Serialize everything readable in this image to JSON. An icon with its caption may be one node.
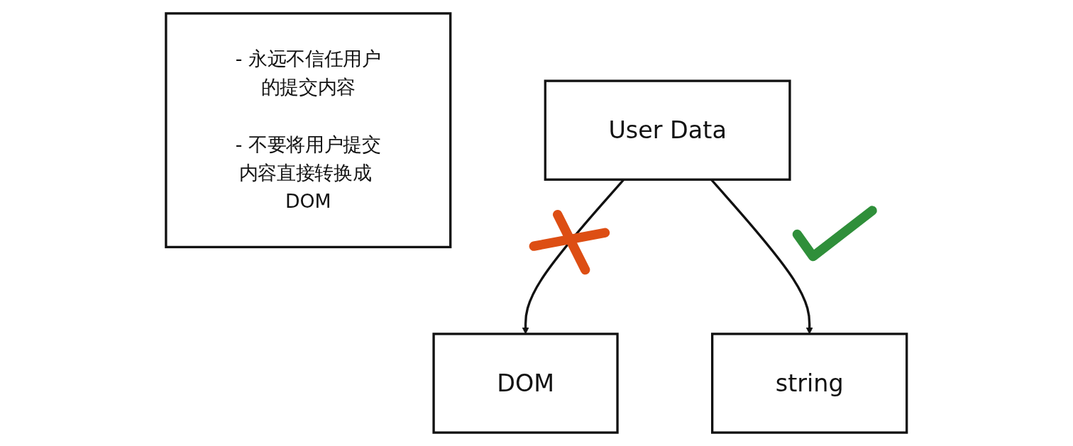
{
  "diagram": {
    "nodes": [
      {
        "text": [
          "- 永远不信任用户的提交内容",
          "- 不要将用户提交内容直接转换成 DOM"
        ]
      },
      {
        "text": [
          "User Data"
        ]
      },
      {
        "text": [
          "DOM"
        ]
      },
      {
        "text": [
          "string"
        ]
      }
    ],
    "edges": [
      {
        "from": 1,
        "to": 2,
        "arrow": "to"
      },
      {
        "from": 1,
        "to": 3,
        "arrow": "to"
      }
    ]
  }
}
